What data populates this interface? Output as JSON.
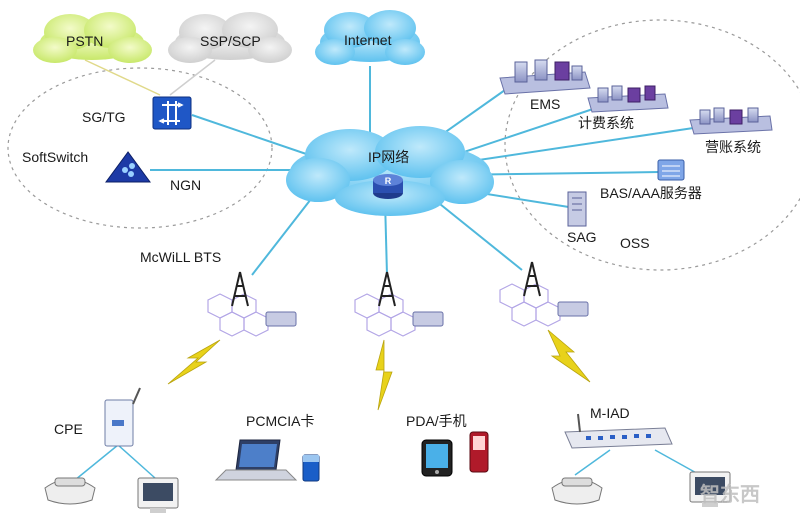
{
  "clouds": {
    "pstn": "PSTN",
    "ssp_scp": "SSP/SCP",
    "internet": "Internet",
    "ip_network": "IP网络"
  },
  "core_left": {
    "sg_tg": "SG/TG",
    "softswitch": "SoftSwitch",
    "ngn": "NGN"
  },
  "core_right": {
    "ems": "EMS",
    "billing": "计费系统",
    "business": "营账系统",
    "bas_aaa": "BAS/AAA服务器",
    "sag": "SAG",
    "oss": "OSS"
  },
  "access": {
    "bts": "McWiLL BTS"
  },
  "terminals": {
    "cpe": "CPE",
    "pcmcia": "PCMCIA卡",
    "pda": "PDA/手机",
    "miad": "M-IAD"
  },
  "router_glyph": "R",
  "watermark": "智东西",
  "colors": {
    "link": "#4fb8dc",
    "cloud_blue": "#7fd0f5",
    "cloud_green": "#d6f08a",
    "cloud_gray": "#dcdcdc",
    "zone_border": "#9a9a9a",
    "lightning": "#e8d21a"
  }
}
